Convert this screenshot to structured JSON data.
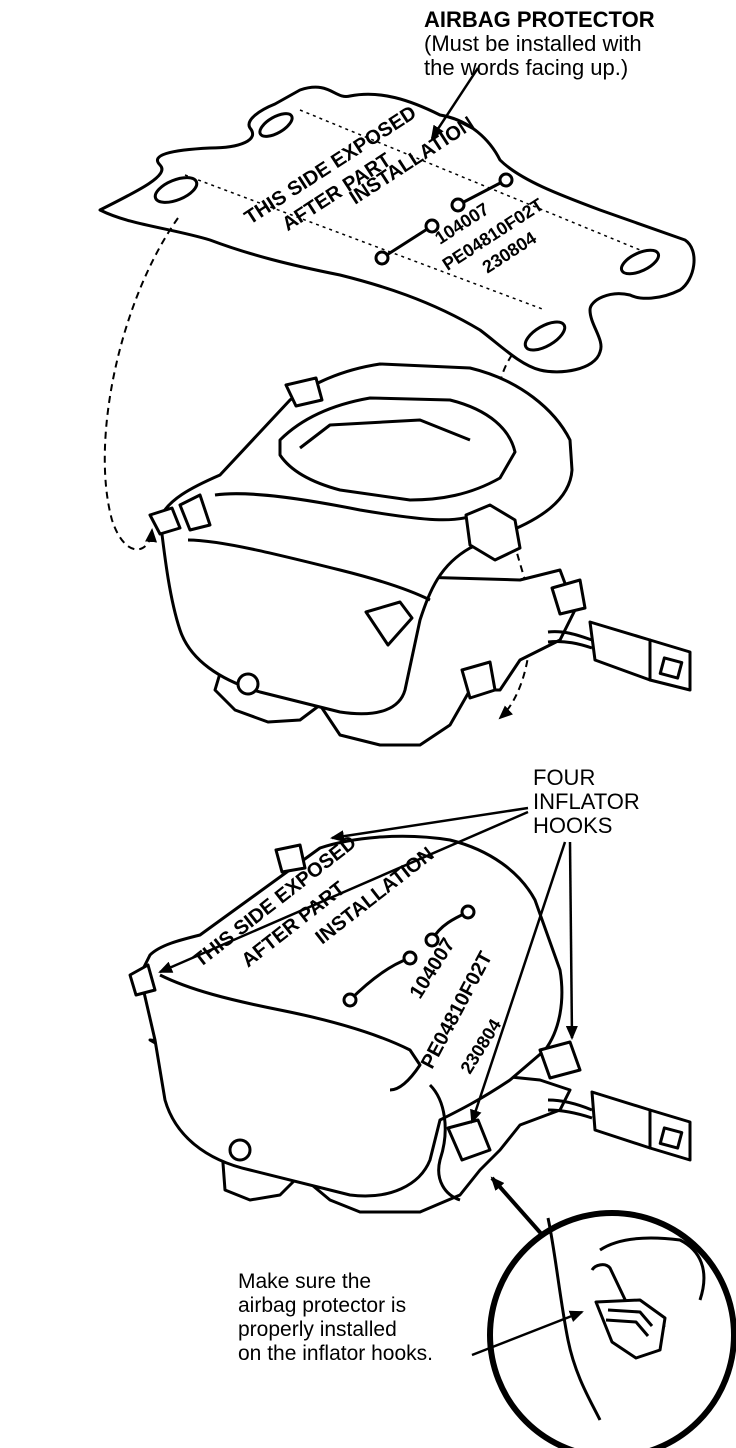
{
  "labels": {
    "protector": {
      "title": "AIRBAG PROTECTOR",
      "line2": "(Must be installed with",
      "line3": "the words facing up.)"
    },
    "hooks": {
      "line1": "FOUR",
      "line2": "INFLATOR",
      "line3": "HOOKS"
    },
    "note": {
      "line1": "Make sure the",
      "line2": "airbag protector is",
      "line3": "properly installed",
      "line4": "on the inflator hooks."
    }
  },
  "sticker_top": {
    "exposed1": "THIS SIDE EXPOSED",
    "exposed2": "AFTER PART",
    "exposed3": "INSTALLATION",
    "code1": "104007",
    "code2": "PE04810F02T",
    "code3": "230804"
  },
  "sticker_bottom": {
    "exposed1": "THIS SIDE EXPOSED",
    "exposed2": "AFTER PART",
    "exposed3": "INSTALLATION",
    "code1": "104007",
    "code2": "PE04810F02T",
    "code3": "230804"
  }
}
